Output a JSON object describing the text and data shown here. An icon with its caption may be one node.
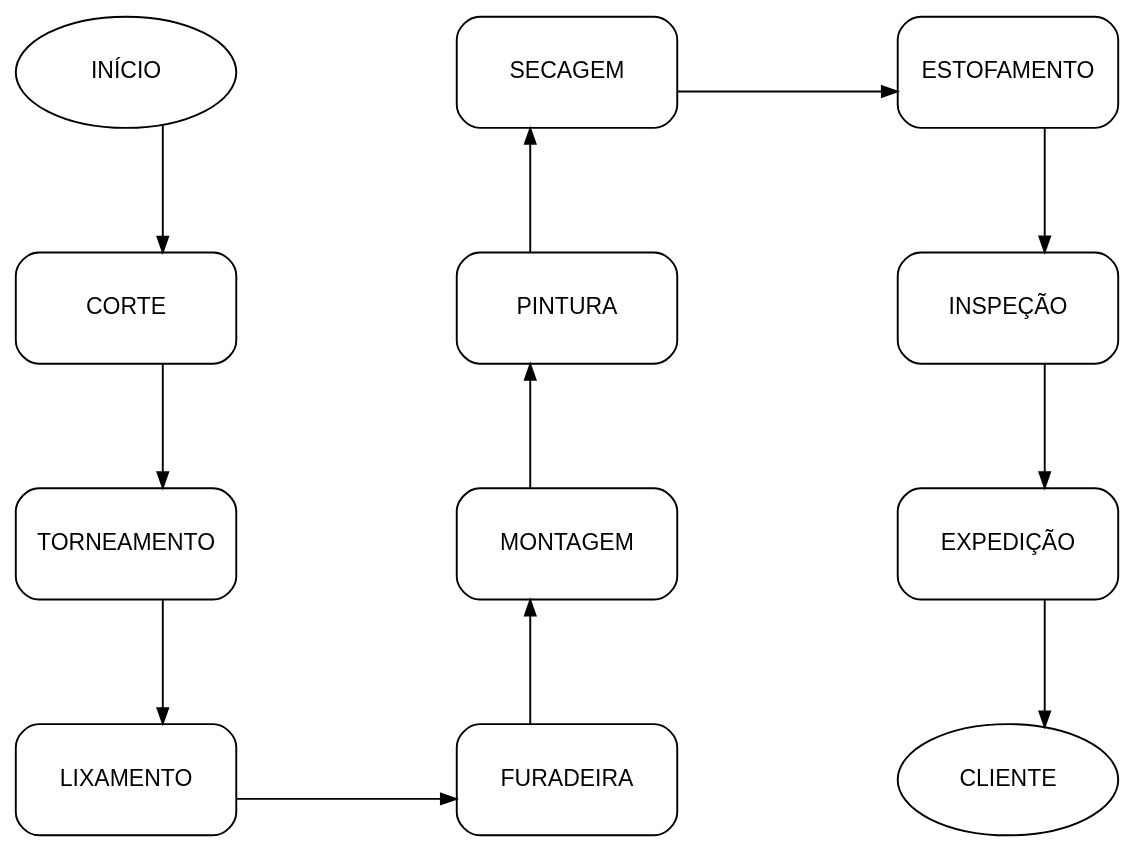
{
  "diagram": {
    "nodes": [
      {
        "text": [
          "INÍCIO"
        ]
      },
      {
        "text": [
          "CORTE"
        ]
      },
      {
        "text": [
          "TORNEAMENTO"
        ]
      },
      {
        "text": [
          "LIXAMENTO"
        ]
      },
      {
        "text": [
          "FURADEIRA"
        ]
      },
      {
        "text": [
          "MONTAGEM"
        ]
      },
      {
        "text": [
          "PINTURA"
        ]
      },
      {
        "text": [
          "SECAGEM"
        ]
      },
      {
        "text": [
          "ESTOFAMENTO"
        ]
      },
      {
        "text": [
          "INSPEÇÃO"
        ]
      },
      {
        "text": [
          "EXPEDIÇÃO"
        ]
      },
      {
        "text": [
          "CLIENTE"
        ]
      }
    ],
    "edges": [
      {
        "from": 0,
        "to": 1,
        "arrow": "to"
      },
      {
        "from": 1,
        "to": 2,
        "arrow": "to"
      },
      {
        "from": 2,
        "to": 3,
        "arrow": "to"
      },
      {
        "from": 3,
        "to": 4,
        "arrow": "to"
      },
      {
        "from": 4,
        "to": 5,
        "arrow": "to"
      },
      {
        "from": 5,
        "to": 6,
        "arrow": "to"
      },
      {
        "from": 6,
        "to": 7,
        "arrow": "to"
      },
      {
        "from": 7,
        "to": 8,
        "arrow": "to"
      },
      {
        "from": 8,
        "to": 9,
        "arrow": "to"
      },
      {
        "from": 9,
        "to": 10,
        "arrow": "to"
      },
      {
        "from": 10,
        "to": 11,
        "arrow": "to"
      }
    ]
  }
}
